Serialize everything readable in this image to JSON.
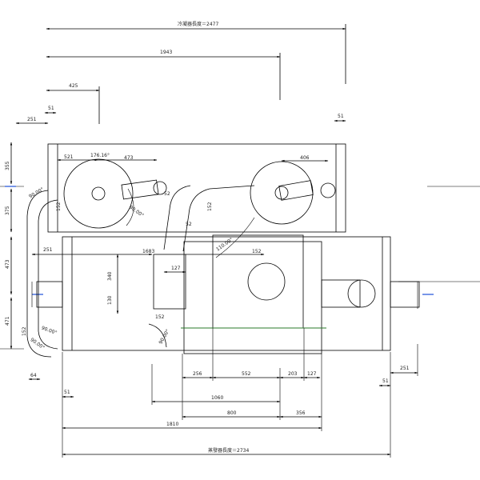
{
  "drawing": {
    "condenser_caption": "冷凝器長度＝2477",
    "evaporator_caption": "蒸發器長度＝2734",
    "accent_colors": {
      "marker": "#1f4fd8",
      "guide": "#2a7a2a"
    }
  },
  "dims": {
    "d1943": "1943",
    "d425": "425",
    "d51a": "51",
    "d251a": "251",
    "d51b": "51",
    "d521": "521",
    "dang1": "176.16°",
    "d473a": "473",
    "d406": "406",
    "d355": "355",
    "d375": "375",
    "d473b": "473",
    "d471": "471",
    "d152a": "152",
    "d152b": "152",
    "d152c": "152",
    "d152d": "152",
    "d152e": "152",
    "d52": "52",
    "d52b": "52",
    "d1683": "1683",
    "d127a": "127",
    "d340": "340",
    "d130": "130",
    "d251b": "251",
    "d64": "64",
    "d51c": "51",
    "d51d": "51",
    "d256": "256",
    "d552": "552",
    "d203": "203",
    "d127b": "127",
    "d1060": "1060",
    "d800": "800",
    "d356": "356",
    "d1810": "1810",
    "d251c": "251",
    "dang2": "90.00°",
    "dang3": "90.00°",
    "dang4": "90.00°",
    "dang5": "110.00°",
    "dang6": "90.00°",
    "dang7": "90.00°"
  }
}
